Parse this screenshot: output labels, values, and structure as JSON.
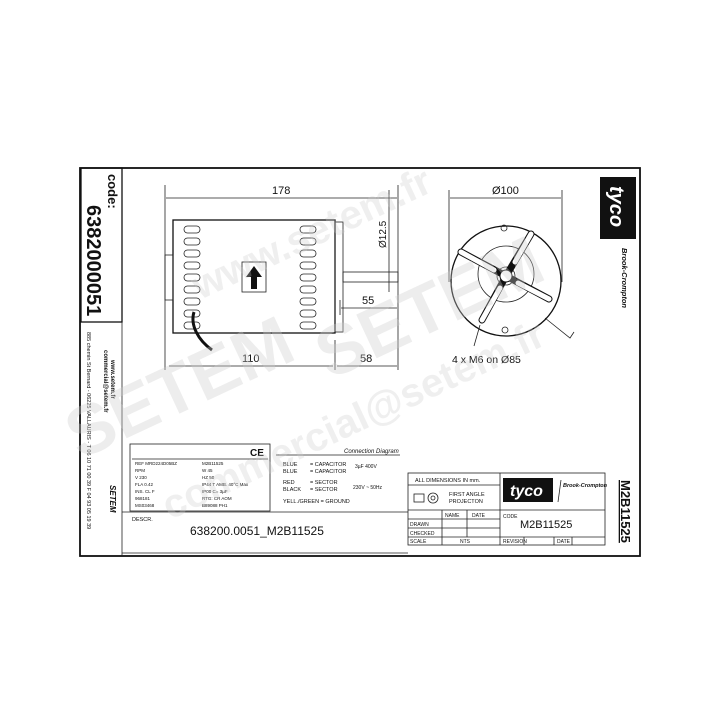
{
  "left_strip": {
    "code_label": "code:",
    "code_value": "6382000051",
    "website": "www.setem.fr",
    "email": "commercial@setem.fr",
    "address": "885 chemin St Bernard - 06225 VALLAURIS - T 06 10 71 00 39  F 04 93 05 19 39",
    "brand": "SETEM"
  },
  "side_view": {
    "overall_length": "178",
    "shaft_diameter": "Ø12.5",
    "shaft_length": "55",
    "body_length": "110",
    "shaft_extension": "58"
  },
  "end_view": {
    "diameter": "Ø100",
    "mounting": "4 x M6 on Ø85"
  },
  "logo": {
    "name": "tyco",
    "sub": "Brook-Crompton"
  },
  "vertical_code": "M2B11525",
  "spec_plate": {
    "ce": "CE",
    "rows": [
      [
        "REF MRD224D05BZ",
        "M2B11525"
      ],
      [
        "RPM",
        "W  45"
      ],
      [
        "V  230",
        "HZ  50"
      ],
      [
        "FLA 0.42",
        "IP44   T  AMB. 40°C Max"
      ],
      [
        "INS. CL F",
        "IP00   C= 3µF"
      ],
      [
        "968181",
        "RTG: CR AOM"
      ],
      [
        "MS03468",
        "B89088 PH1"
      ]
    ]
  },
  "connection": {
    "title": "Connection Diagram",
    "lines": [
      {
        "wire": "BLUE",
        "to": "= CAPACITOR"
      },
      {
        "wire": "BLUE",
        "to": "= CAPACITOR"
      },
      {
        "wire": "RED",
        "to": "= SECTOR"
      },
      {
        "wire": "BLACK",
        "to": "= SECTOR"
      }
    ],
    "capacitor": "3µF 400V",
    "supply": "230V ~ 50Hz",
    "ground": "YELL./GREEN = GROUND"
  },
  "description": {
    "label": "DESCR.",
    "value": "638200.0051_M2B11525"
  },
  "title_block": {
    "dimensions_note": "ALL DIMENSIONS IN mm.",
    "projection": [
      "FIRST ANGLE",
      "PROJECTON"
    ],
    "name_header": "NAME",
    "date_header": "DATE",
    "drawn": "DRAWN",
    "checked": "CHECKED",
    "scale": "SCALE",
    "scale_value": "NTS",
    "code_label": "CODE",
    "code_value": "M2B11525",
    "revision": "REVISION",
    "date": "DATE"
  },
  "watermark": {
    "brand": "SETEM",
    "site": "www.setem.fr",
    "email": "commercial@setem.fr"
  }
}
